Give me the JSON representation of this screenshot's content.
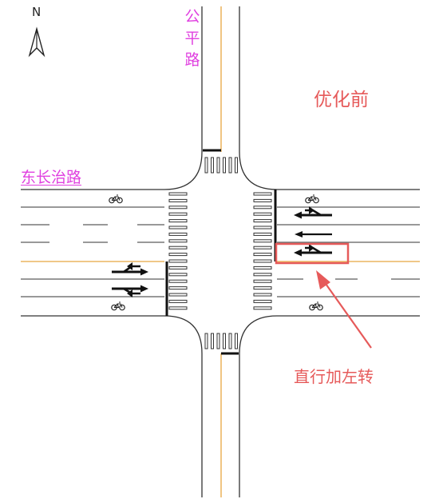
{
  "compass": {
    "letter": "N",
    "icon": "north-arrow-icon"
  },
  "roads": {
    "north_south": "公平路",
    "east_west": "东长治路"
  },
  "state_title": "优化前",
  "annotation": {
    "text": "直行加左转",
    "highlight_color": "#e65a5a"
  },
  "colors": {
    "road_line": "#333333",
    "centerline": "#e8a640",
    "annotation": "#e65a5a",
    "road_name": "#e040e0"
  },
  "icons": [
    "north-arrow-icon",
    "bicycle-icon",
    "straight-left-arrow-icon",
    "straight-arrow-icon",
    "straight-right-arrow-icon"
  ]
}
